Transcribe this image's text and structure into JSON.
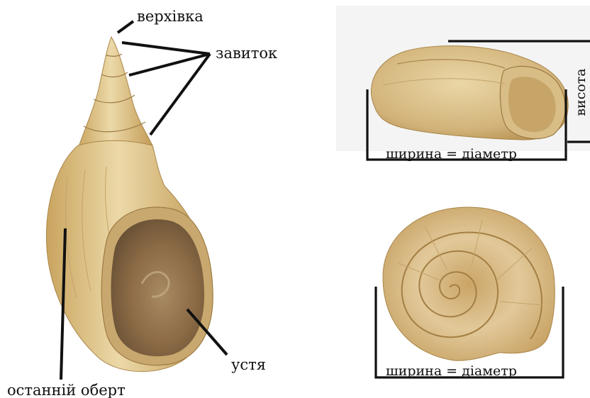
{
  "labels": {
    "apex": "верхівка",
    "whorl": "завиток",
    "aperture": "устя",
    "last_whorl": "останній оберт",
    "width_side": "ширина = діаметр",
    "height": "висота",
    "width_top": "ширина = діаметр"
  },
  "colors": {
    "shell_light": "#ead7a6",
    "shell_mid": "#d8b97c",
    "shell_dark": "#b8914f",
    "aperture_inner": "#8e6f48",
    "aperture_deep": "#6e5538",
    "photo_background": "#f4f4f4",
    "line": "#111111"
  },
  "images": [
    {
      "subject": "pond-snail-shell",
      "view": "front"
    },
    {
      "subject": "land-snail-shell",
      "view": "side"
    },
    {
      "subject": "land-snail-shell",
      "view": "top"
    }
  ]
}
